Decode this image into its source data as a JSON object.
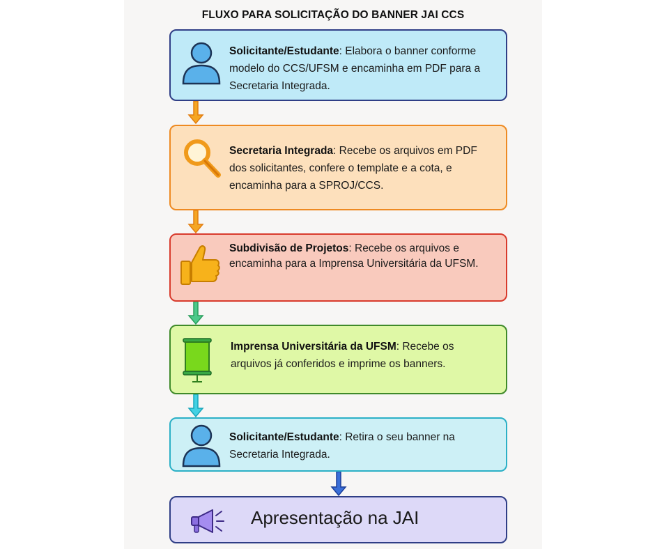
{
  "title": "FLUXO PARA SOLICITAÇÃO DO BANNER JAI CCS",
  "steps": [
    {
      "actor": "Solicitante/Estudante",
      "text": ": Elabora o banner conforme modelo do CCS/UFSM e encaminha em PDF para a Secretaria Integrada.",
      "icon": "user-icon",
      "color": "#bfeaf8"
    },
    {
      "actor": "Secretaria Integrada",
      "text": ": Recebe os arquivos em PDF dos solicitantes, confere o template e a cota, e encaminha para a SPROJ/CCS.",
      "icon": "magnifier-icon",
      "color": "#fde0bc"
    },
    {
      "actor": "Subdivisão de Projetos",
      "text": ": Recebe os arquivos e encaminha para a Imprensa Universitária da UFSM.",
      "icon": "thumbs-up-icon",
      "color": "#f9cabd"
    },
    {
      "actor": "Imprensa Universitária da UFSM",
      "text": ": Recebe os arquivos já conferidos e imprime os banners.",
      "icon": "banner-icon",
      "color": "#dff8a6"
    },
    {
      "actor": "Solicitante/Estudante",
      "text": ": Retira o seu banner na Secretaria Integrada.",
      "icon": "user-icon",
      "color": "#cdf0f6"
    }
  ],
  "final": {
    "label": "Apresentação na JAI",
    "icon": "megaphone-icon",
    "color": "#ddd9f8"
  }
}
